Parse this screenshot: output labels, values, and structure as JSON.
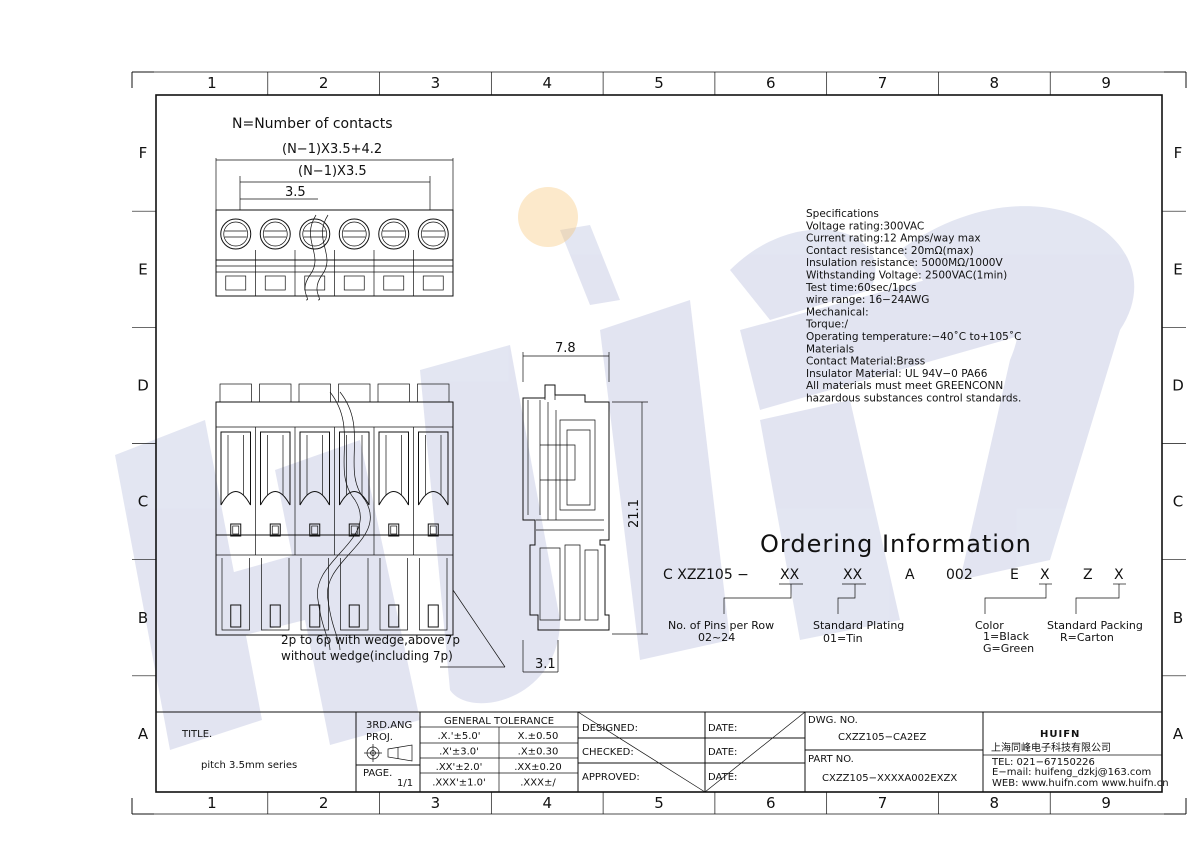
{
  "grid": {
    "columns": [
      "1",
      "2",
      "3",
      "4",
      "5",
      "6",
      "7",
      "8",
      "9"
    ],
    "rows": [
      "F",
      "E",
      "D",
      "C",
      "B",
      "A"
    ]
  },
  "watermark": "HUIFN",
  "front_view": {
    "heading": "N=Number of contacts",
    "dim_overall": "(N−1)X3.5+4.2",
    "dim_pitch_total": "(N−1)X3.5",
    "dim_pitch": "3.5",
    "pin_count_shown": 6
  },
  "plug_view": {
    "note_line1": "2p to 6p with wedge,above7p",
    "note_line2": "without wedge(including 7p)"
  },
  "side_view": {
    "dim_width": "7.8",
    "dim_height": "21.1",
    "dim_bottom": "3.1"
  },
  "specifications": [
    "Specifications",
    "Voltage rating:300VAC",
    "Current rating:12 Amps/way max",
    "Contact resistance: 20mΩ(max)",
    "Insulation resistance: 5000MΩ/1000V",
    "Withstanding Voltage: 2500VAC(1min)",
    "Test time:60sec/1pcs",
    "wire range: 16−24AWG",
    "Mechanical:",
    "Torque:/",
    "Operating temperature:−40˚C to+105˚C",
    "Materials",
    "Contact Material:Brass",
    "Insulator Material: UL 94V−0 PA66",
    "All materials must meet GREENCONN",
    "hazardous substances control standards."
  ],
  "ordering": {
    "title": "Ordering Information",
    "code_parts": [
      "C XZZ105 −",
      "XX",
      "XX",
      "A",
      "002",
      "E",
      "X",
      "Z",
      "X"
    ],
    "pins_label": "No. of Pins per Row",
    "pins_value": "02~24",
    "plating_label": "Standard Plating",
    "plating_value": "01=Tin",
    "color_label": "Color",
    "color_value1": "1=Black",
    "color_value2": "G=Green",
    "packing_label": "Standard Packing",
    "packing_value": "R=Carton"
  },
  "title_block": {
    "title_label": "TITLE.",
    "title_value": "pitch 3.5mm series",
    "angle_label1": "3RD.ANG",
    "angle_label2": "PROJ.",
    "page_label": "PAGE.",
    "page_value": "1/1",
    "tolerance_title": "GENERAL  TOLERANCE",
    "tolerances": [
      [
        ".X.'±5.0'",
        "X.±0.50"
      ],
      [
        ".X'±3.0'",
        ".X±0.30"
      ],
      [
        ".XX'±2.0'",
        ".XX±0.20"
      ],
      [
        ".XXX'±1.0'",
        ".XXX±/"
      ]
    ],
    "designed_label": "DESIGNED:",
    "checked_label": "CHECKED:",
    "approved_label": "APPROVED:",
    "date_label": "DATE:",
    "dwg_label": "DWG. NO.",
    "dwg_value": "CXZZ105−CA2EZ",
    "part_label": "PART NO.",
    "part_value": "CXZZ105−XXXXA002EXZX",
    "company_logo": "HUIFN",
    "company_name": "上海同峰电子科技有限公司",
    "tel": "TEL: 021−67150226",
    "email": "E−mail: huifeng_dzkj@163.com",
    "web": "WEB: www.huifn.com   www.huifn.cn"
  }
}
